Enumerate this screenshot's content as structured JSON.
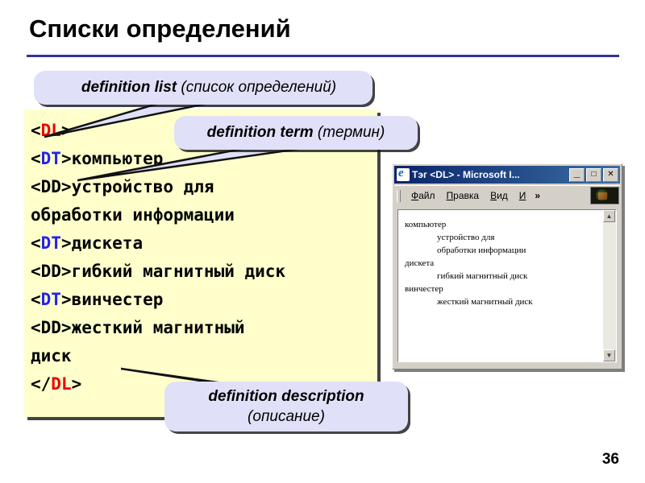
{
  "slide": {
    "title": "Списки определений",
    "page_number": "36",
    "accent_color": "#333399",
    "code_bg_color": "#ffffcc",
    "callout_bg_color": "#e0e0f8"
  },
  "code": {
    "lines": [
      {
        "id": "l1",
        "segments": [
          {
            "text": "<",
            "color": "black"
          },
          {
            "text": "DL",
            "color": "red"
          },
          {
            "text": ">",
            "color": "black"
          }
        ]
      },
      {
        "id": "l2",
        "segments": [
          {
            "text": "<",
            "color": "black"
          },
          {
            "text": "DT",
            "color": "blue"
          },
          {
            "text": ">компьютер",
            "color": "black"
          }
        ]
      },
      {
        "id": "l3",
        "segments": [
          {
            "text": "<DD>устройство для",
            "color": "black"
          }
        ]
      },
      {
        "id": "l4",
        "segments": [
          {
            "text": "обработки информации",
            "color": "black"
          }
        ]
      },
      {
        "id": "l5",
        "segments": [
          {
            "text": "<",
            "color": "black"
          },
          {
            "text": "DT",
            "color": "blue"
          },
          {
            "text": ">дискета",
            "color": "black"
          }
        ]
      },
      {
        "id": "l6",
        "segments": [
          {
            "text": "<DD>гибкий магнитный диск",
            "color": "black"
          }
        ]
      },
      {
        "id": "l7",
        "segments": [
          {
            "text": "<",
            "color": "black"
          },
          {
            "text": "DT",
            "color": "blue"
          },
          {
            "text": ">винчестер",
            "color": "black"
          }
        ]
      },
      {
        "id": "l8",
        "segments": [
          {
            "text": "<DD>жесткий магнитный",
            "color": "black"
          }
        ]
      },
      {
        "id": "l9",
        "segments": [
          {
            "text": "диск",
            "color": "black"
          }
        ]
      },
      {
        "id": "l10",
        "segments": [
          {
            "text": "</",
            "color": "black"
          },
          {
            "text": "DL",
            "color": "red"
          },
          {
            "text": ">",
            "color": "black"
          }
        ]
      }
    ]
  },
  "callouts": {
    "dl": {
      "en": "definition list",
      "ru": " (список определений)"
    },
    "dt": {
      "en": "definition term",
      "ru": " (термин)"
    },
    "dd": {
      "en": "definition description",
      "ru": "(описание)"
    }
  },
  "browser": {
    "window_title": "Тэг <DL> - Microsoft I...",
    "icon": "ie-icon",
    "buttons": {
      "minimize": "_",
      "maximize": "□",
      "close": "✕"
    },
    "menu": [
      {
        "accel": "Ф",
        "rest": "айл"
      },
      {
        "accel": "П",
        "rest": "равка"
      },
      {
        "accel": "В",
        "rest": "ид"
      },
      {
        "accel": "И",
        "rest": ""
      }
    ],
    "menu_overflow": "»",
    "page": {
      "entries": [
        {
          "term": "компьютер",
          "descriptions": [
            "устройство для",
            "обработки информации"
          ]
        },
        {
          "term": "дискета",
          "descriptions": [
            "гибкий магнитный диск"
          ]
        },
        {
          "term": "винчестер",
          "descriptions": [
            "жесткий магнитный диск"
          ]
        }
      ]
    },
    "scroll": {
      "up": "▲",
      "down": "▼"
    }
  }
}
